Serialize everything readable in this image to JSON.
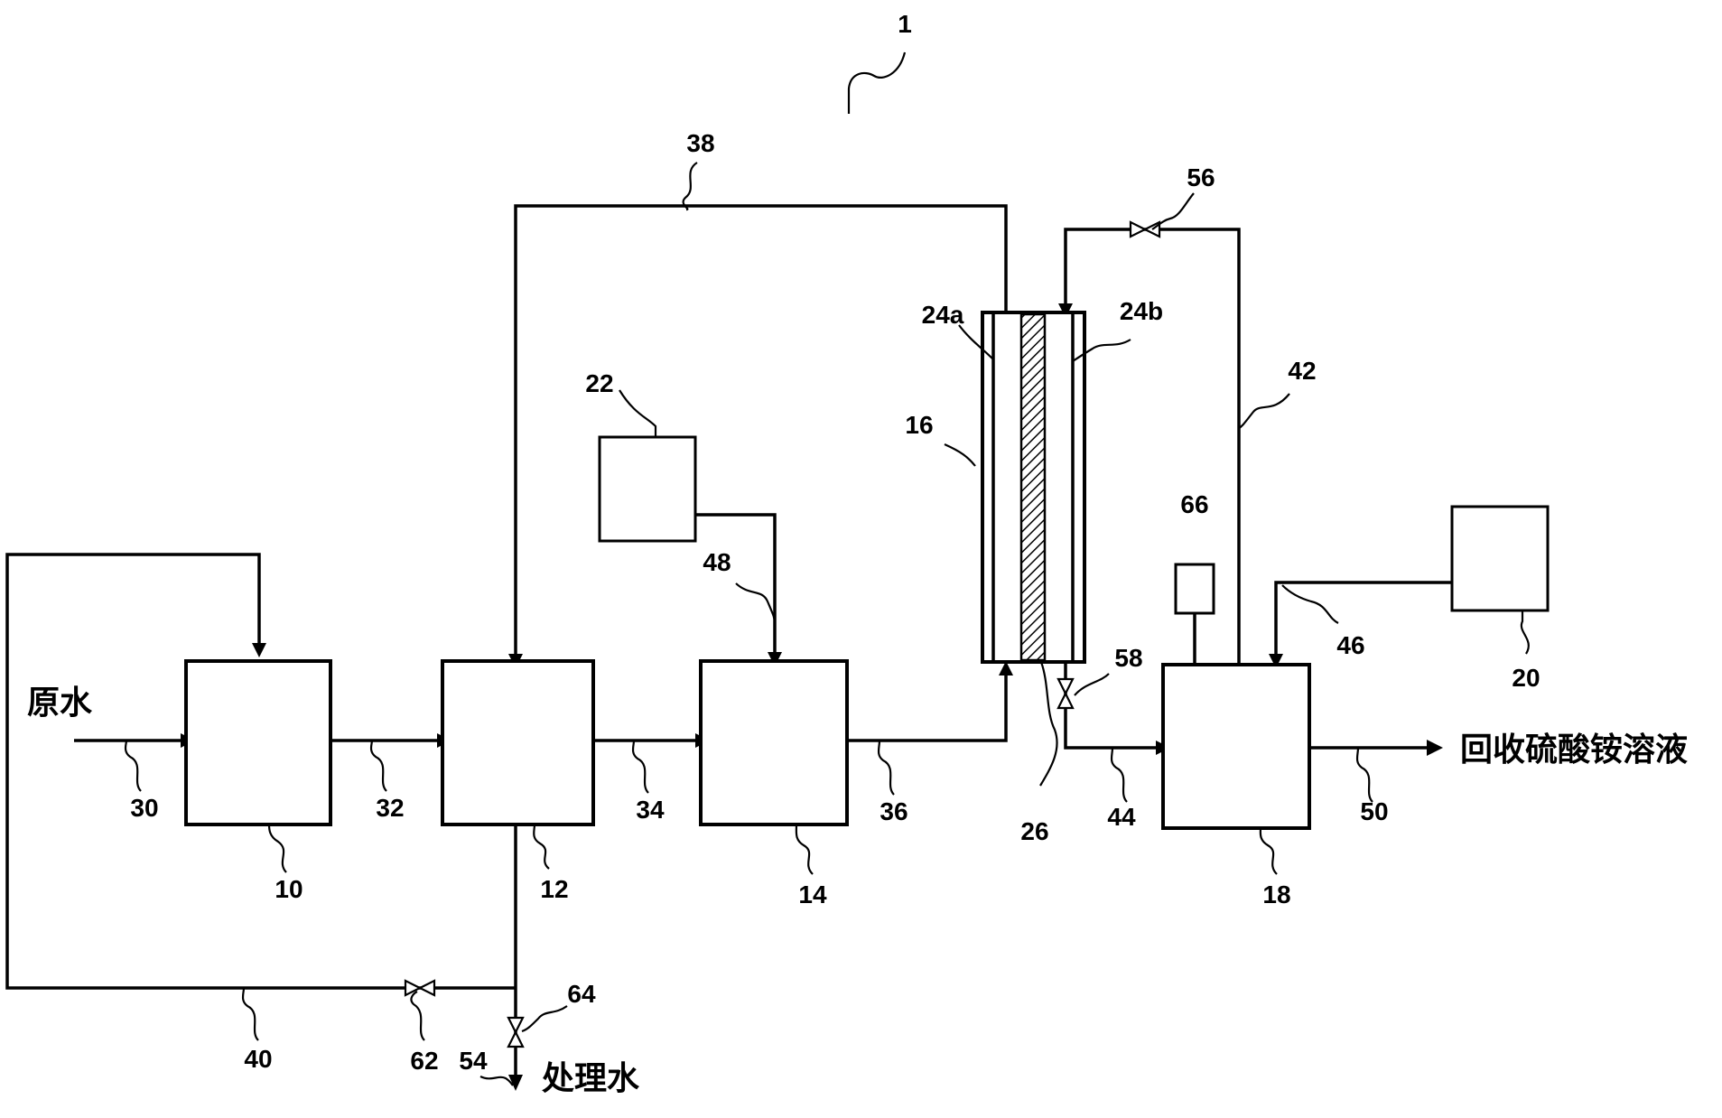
{
  "labels": {
    "system": "1",
    "line_38": "38",
    "valve_56": "56",
    "m24a": "24a",
    "m24b": "24b",
    "line_42": "42",
    "tank_22": "22",
    "unit_16": "16",
    "sensor_66": "66",
    "line_48": "48",
    "valve_58": "58",
    "line_46": "46",
    "tank_20": "20",
    "line_30": "30",
    "line_32": "32",
    "line_34": "34",
    "line_36": "36",
    "membrane_26": "26",
    "line_44": "44",
    "line_50": "50",
    "unit_10": "10",
    "unit_12": "12",
    "unit_14": "14",
    "unit_18": "18",
    "line_40": "40",
    "valve_62": "62",
    "line_54": "54",
    "valve_64": "64"
  },
  "text": {
    "raw_water": "原水",
    "treated_water": "处理水",
    "recovered": "回收硫酸铵溶液"
  }
}
